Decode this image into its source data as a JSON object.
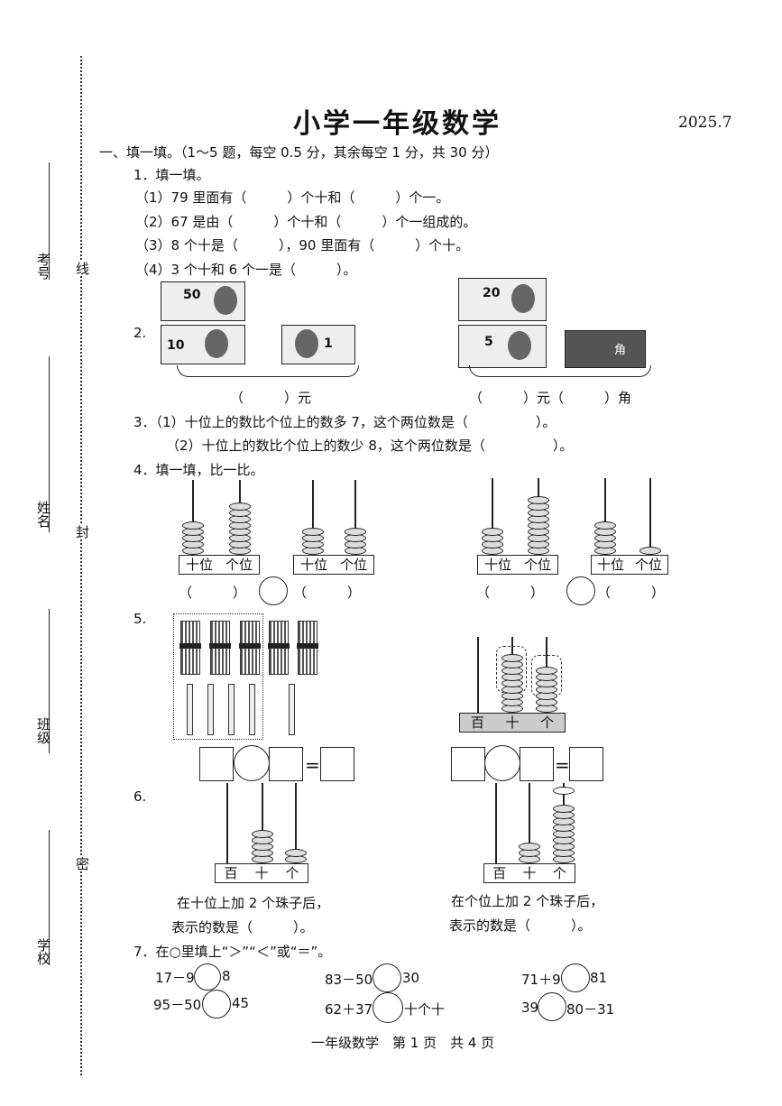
{
  "header": {
    "title": "小学一年级数学",
    "date": "2025.7"
  },
  "binding": {
    "exam_no": "考号",
    "name": "姓名",
    "class": "班级",
    "school": "学校",
    "xian": "线",
    "feng": "封",
    "mi": "密"
  },
  "section1": {
    "heading": "一、填一填。（1～5 题，每空 0.5 分，其余每空 1 分，共 30 分）"
  },
  "q1": {
    "num": "1．填一填。",
    "items": [
      "（1）79 里面有（　　　）个十和（　　　）个一。",
      "（2）67 是由（　　　）个十和（　　　）个一组成的。",
      "（3）8 个十是（　　　），90 里面有（　　　）个十。",
      "（4）3 个十和 6 个一是（　　　）。"
    ]
  },
  "q2": {
    "num": "2.",
    "notes": [
      "50",
      "10",
      "1",
      "20",
      "5",
      "角"
    ],
    "answer_left": "（　　　）元",
    "answer_right": "（　　　）元（　　　）角"
  },
  "q3": {
    "line1": "3．（1）十位上的数比个位上的数多 7，这个两位数是（　　　　　）。",
    "line2": "（2）十位上的数比个位上的数少 8，这个两位数是（　　　　　）。"
  },
  "q4": {
    "num": "4．填一填，比一比。",
    "tens": "十位",
    "ones": "个位",
    "paren": "（　　　）"
  },
  "q5": {
    "num": "5.",
    "hundreds": "百",
    "tens": "十",
    "ones": "个"
  },
  "q6": {
    "num": "6.",
    "hundreds": "百",
    "tens": "十",
    "ones": "个",
    "left_1": "在十位上加 2 个珠子后，",
    "left_2": "表示的数是（　　　）。",
    "right_1": "在个位上加 2 个珠子后，",
    "right_2": "表示的数是（　　　）。"
  },
  "q7": {
    "num": "7．在○里填上“＞”“＜”或“＝”。",
    "c1": [
      "17－9",
      "8"
    ],
    "c2": [
      "95－50",
      "45"
    ],
    "c3": [
      "83－50",
      "30"
    ],
    "c4": [
      "62＋37",
      "十个十"
    ],
    "c5": [
      "71＋9",
      "81"
    ],
    "c6": [
      "39",
      "80－31"
    ]
  },
  "footer": {
    "text": "一年级数学　第 1 页　共 4 页"
  }
}
